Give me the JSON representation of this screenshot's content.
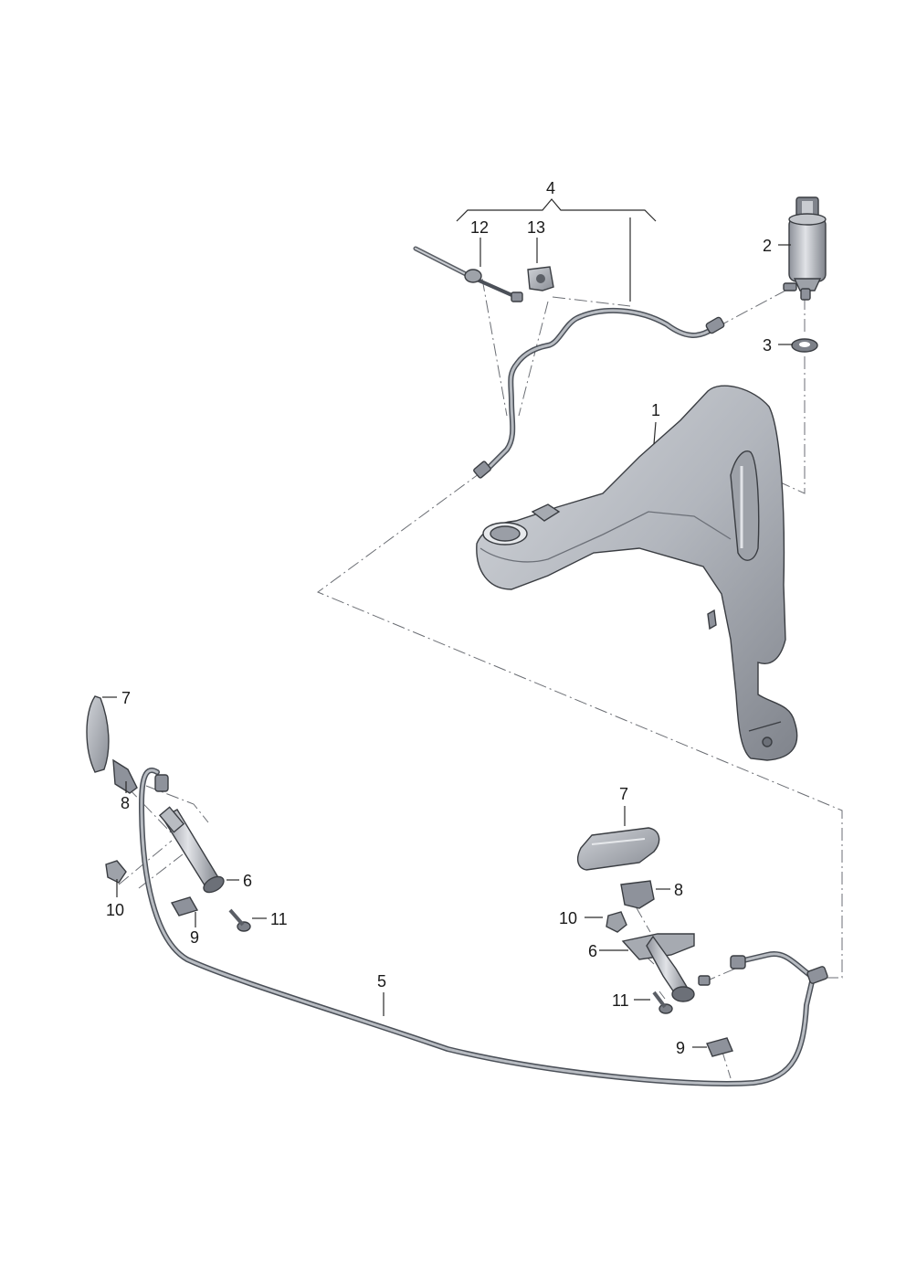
{
  "diagram": {
    "callouts": {
      "c1": "1",
      "c2": "2",
      "c3": "3",
      "c4": "4",
      "c5": "5",
      "c6_left": "6",
      "c6_right": "6",
      "c7_left": "7",
      "c7_right": "7",
      "c8_left": "8",
      "c8_right": "8",
      "c9_left": "9",
      "c9_right": "9",
      "c10_left": "10",
      "c10_right": "10",
      "c11_left": "11",
      "c11_right": "11",
      "c12": "12",
      "c13": "13"
    },
    "colors": {
      "part_fill": "#b9bcc3",
      "part_shade": "#8e929b",
      "part_highlight": "#e4e6ea",
      "hose": "#4b5058",
      "dash_line": "#6b6e74"
    }
  }
}
